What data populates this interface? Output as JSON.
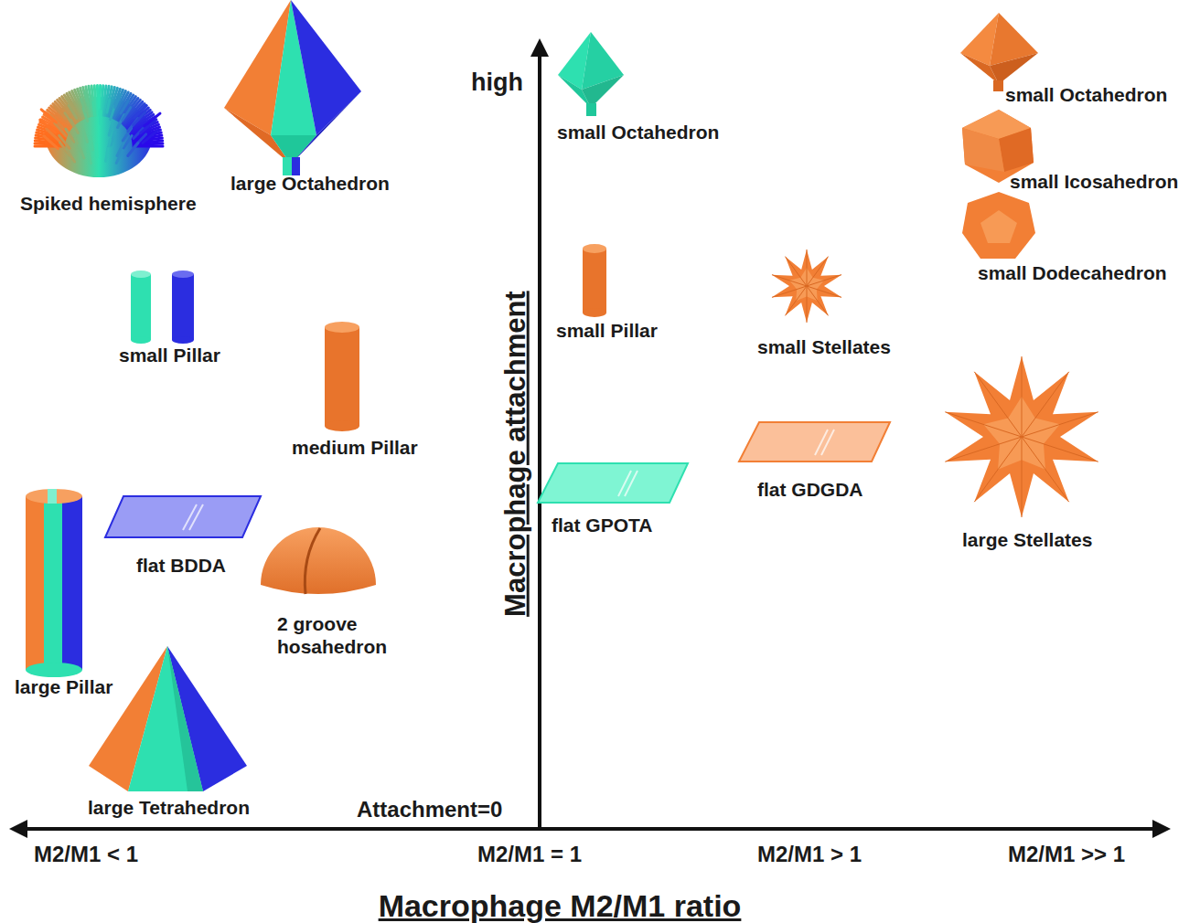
{
  "diagram": {
    "labels": [
      "high",
      "small Octahedron",
      "small Octahedron",
      "small Icosahedron",
      "small Dodecahedron",
      "Spiked hemisphere",
      "large Octahedron",
      "small Pillar",
      "small Pillar",
      "small Stellates",
      "medium Pillar",
      "flat BDDA",
      "flat GPOTA",
      "flat GDGDA",
      "large Stellates",
      "2 groove hosahedron",
      "large Pillar",
      "large Tetrahedron",
      "Attachment=0",
      "Macrophage attachment",
      "M2/M1 < 1",
      "M2/M1 = 1",
      "M2/M1 > 1",
      "M2/M1 >> 1",
      "Macrophage M2/M1 ratio"
    ]
  }
}
